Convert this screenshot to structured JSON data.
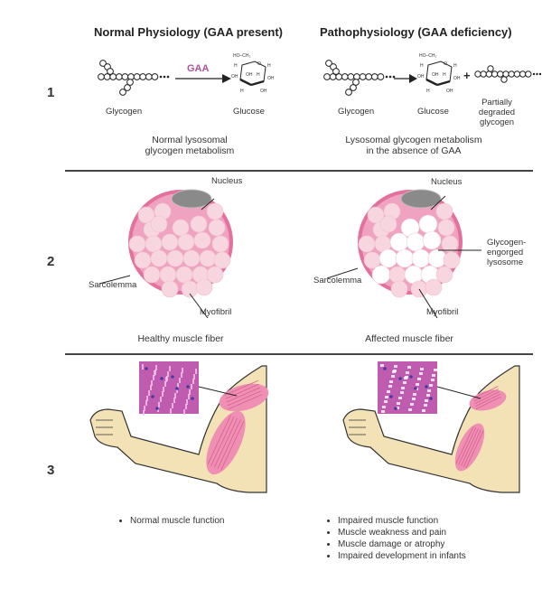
{
  "columns": {
    "left_header": "Normal Physiology (GAA present)",
    "right_header": "Pathophysiology (GAA deficiency)"
  },
  "rows": [
    {
      "number": "1"
    },
    {
      "number": "2"
    },
    {
      "number": "3"
    }
  ],
  "row1": {
    "left": {
      "enzyme_label": "GAA",
      "substrate_label": "Glycogen",
      "product_label": "Glucose",
      "caption_line1": "Normal lysosomal",
      "caption_line2": "glycogen metabolism"
    },
    "right": {
      "substrate_label": "Glycogen",
      "product_label": "Glucose",
      "plus_sign": "+",
      "partial_label_line1": "Partially",
      "partial_label_line2": "degraded",
      "partial_label_line3": "glycogen",
      "caption_line1": "Lysosomal glycogen metabolism",
      "caption_line2": "in the absence of GAA"
    },
    "glucose_atoms": {
      "hoch2": "HO–CH₂",
      "o": "O",
      "h": "H",
      "oh": "OH"
    }
  },
  "row2": {
    "left": {
      "nucleus_label": "Nucleus",
      "sarcolemma_label": "Sarcolemma",
      "myofibril_label": "Myofibril",
      "caption": "Healthy muscle fiber"
    },
    "right": {
      "nucleus_label": "Nucleus",
      "sarcolemma_label": "Sarcolemma",
      "myofibril_label": "Myofibril",
      "lysosome_label_line1": "Glycogen-",
      "lysosome_label_line2": "engorged",
      "lysosome_label_line3": "lysosome",
      "caption": "Affected muscle fiber"
    }
  },
  "row3": {
    "left": {
      "bullets": [
        "Normal muscle function"
      ]
    },
    "right": {
      "bullets": [
        "Impaired muscle function",
        "Muscle weakness and pain",
        "Muscle damage or atrophy",
        "Impaired development in infants"
      ]
    }
  },
  "colors": {
    "gaa_label": "#b0529a",
    "fiber_outer": "#e4709e",
    "fiber_inner": "#f0a3c0",
    "myofibril": "#f7d6df",
    "nucleus": "#8a8a8a",
    "skin": "#f3e2b5",
    "muscle": "#ee8fb3",
    "histology": "#c05cb0",
    "divider": "#444444"
  }
}
